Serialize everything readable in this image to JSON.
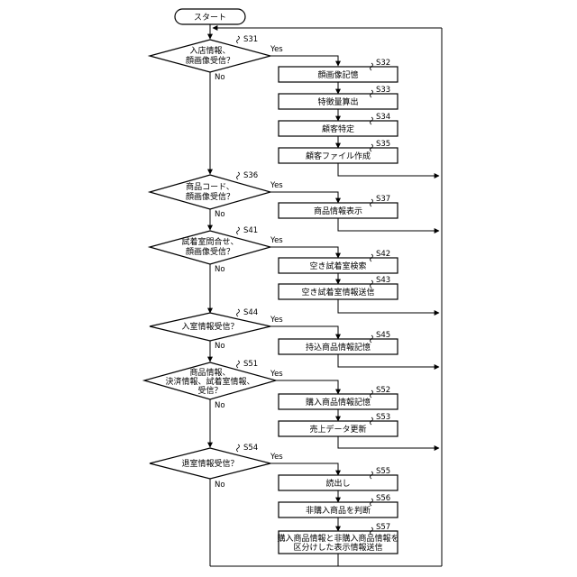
{
  "start": {
    "label": "スタート"
  },
  "decisions": [
    {
      "id": "S31",
      "lines": [
        "入店情報、",
        "顔画像受信？"
      ]
    },
    {
      "id": "S36",
      "lines": [
        "商品コード、",
        "顔画像受信？"
      ]
    },
    {
      "id": "S41",
      "lines": [
        "試着室問合せ、",
        "顔画像受信？"
      ]
    },
    {
      "id": "S44",
      "lines": [
        "入室情報受信？"
      ]
    },
    {
      "id": "S51",
      "lines": [
        "商品情報、",
        "決済情報、試着室情報、",
        "受信？"
      ]
    },
    {
      "id": "S54",
      "lines": [
        "退室情報受信？"
      ]
    }
  ],
  "processes": [
    {
      "id": "S32",
      "lines": [
        "顔画像記憶"
      ]
    },
    {
      "id": "S33",
      "lines": [
        "特徴量算出"
      ]
    },
    {
      "id": "S34",
      "lines": [
        "顧客特定"
      ]
    },
    {
      "id": "S35",
      "lines": [
        "顧客ファイル作成"
      ]
    },
    {
      "id": "S37",
      "lines": [
        "商品情報表示"
      ]
    },
    {
      "id": "S42",
      "lines": [
        "空き試着室検索"
      ]
    },
    {
      "id": "S43",
      "lines": [
        "空き試着室情報送信"
      ]
    },
    {
      "id": "S45",
      "lines": [
        "持込商品情報記憶"
      ]
    },
    {
      "id": "S52",
      "lines": [
        "購入商品情報記憶"
      ]
    },
    {
      "id": "S53",
      "lines": [
        "売上データ更新"
      ]
    },
    {
      "id": "S55",
      "lines": [
        "読出し"
      ]
    },
    {
      "id": "S56",
      "lines": [
        "非購入商品を判断"
      ]
    },
    {
      "id": "S57",
      "lines": [
        "購入商品情報と非購入商品情報を",
        "区分けした表示情報送信"
      ]
    }
  ],
  "branch_labels": {
    "yes": "Yes",
    "no": "No"
  }
}
